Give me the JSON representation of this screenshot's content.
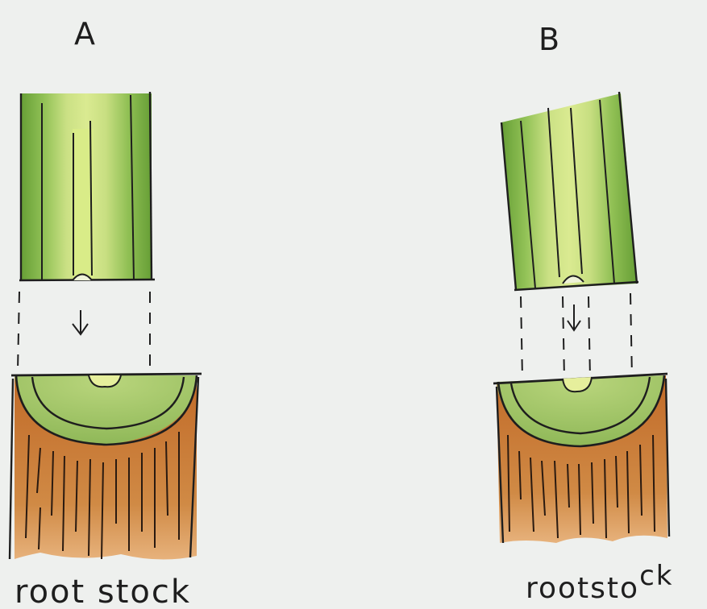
{
  "panels": [
    {
      "id": "A",
      "label": "A",
      "caption": "root stock"
    },
    {
      "id": "B",
      "label": "B",
      "caption": "rootsto",
      "caption_super": "ck"
    }
  ],
  "colors": {
    "paper": "#eef0ee",
    "scion_green": "#8fbf4a",
    "scion_dark": "#6da331",
    "scion_light": "#c5dc7e",
    "pith": "#d6e88a",
    "cambium_ring": "#b6d262",
    "rootstock_cut": "#a6c86a",
    "wood_orange": "#c9742f",
    "wood_light": "#e1a066",
    "ink": "#1e1e1e"
  }
}
